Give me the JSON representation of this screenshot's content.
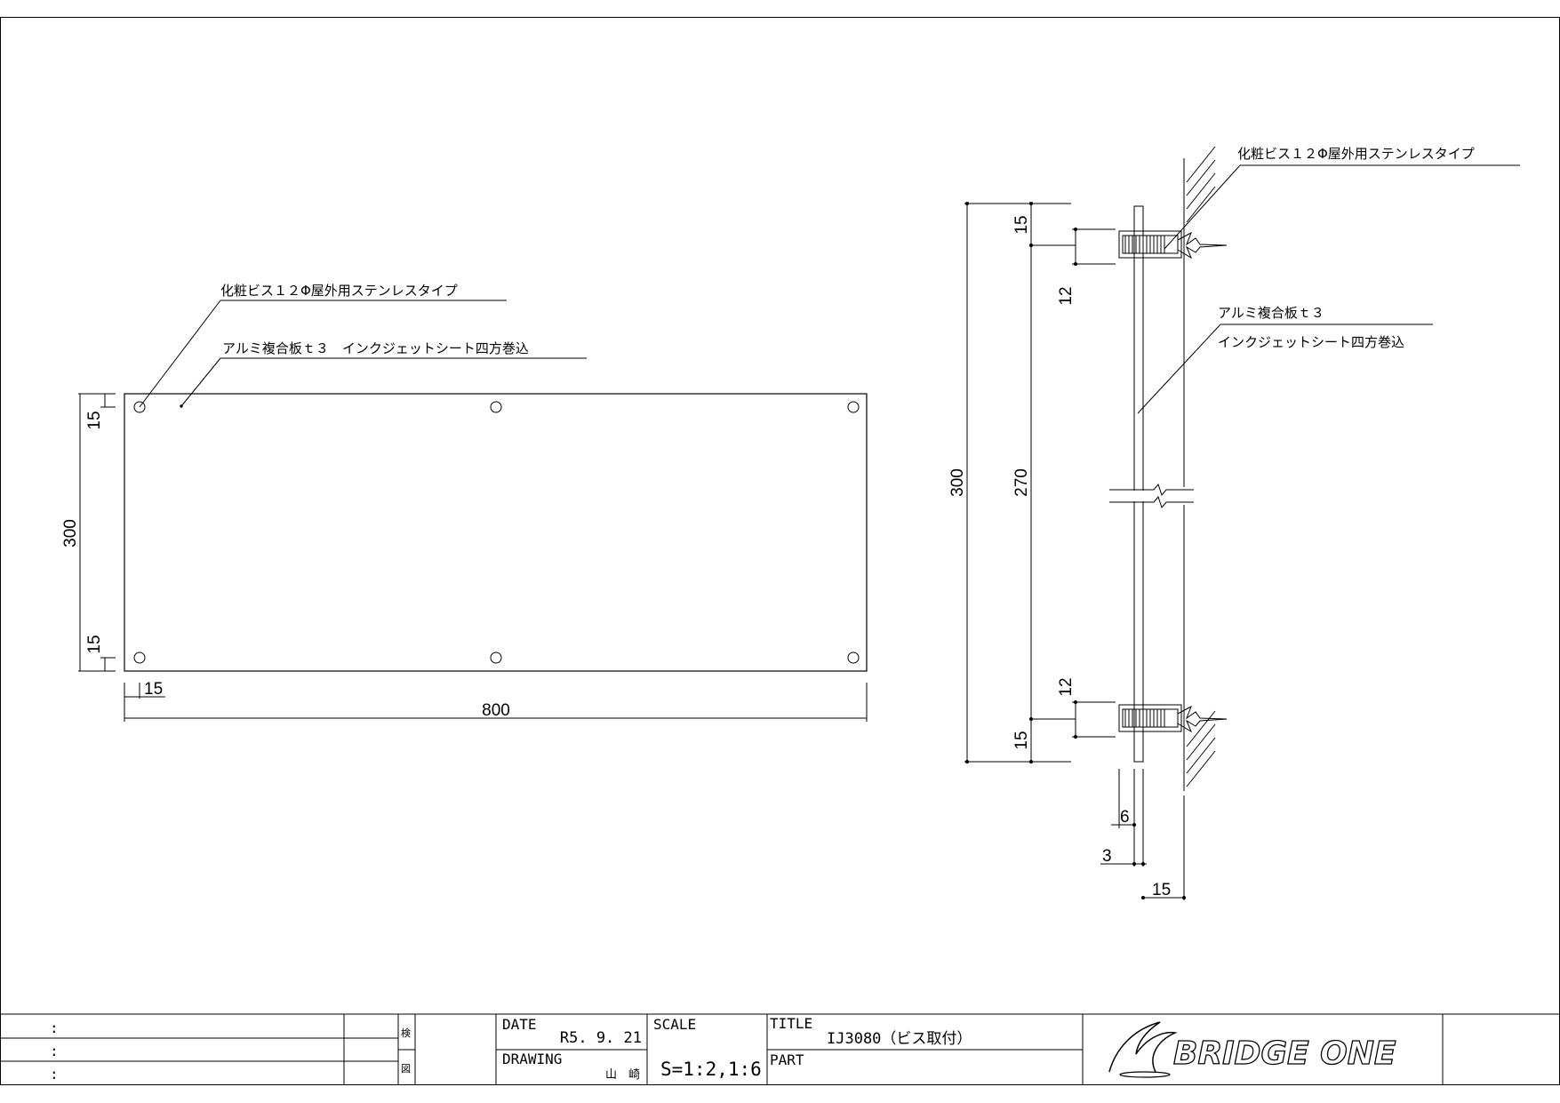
{
  "front_view": {
    "screw_callout": "化粧ビス１２Φ屋外用ステンレスタイプ",
    "panel_callout": "アルミ複合板ｔ３　インクジェットシート四方巻込",
    "dim_height": "300",
    "dim_top_offset": "15",
    "dim_bottom_offset": "15",
    "dim_left_offset": "15",
    "dim_width": "800"
  },
  "side_view": {
    "screw_callout": "化粧ビス１２Φ屋外用ステンレスタイプ",
    "panel_callout_line1": "アルミ複合板ｔ３",
    "panel_callout_line2": "インクジェットシート四方巻込",
    "dim_total_height": "300",
    "dim_between_screws": "270",
    "dim_top_edge": "15",
    "dim_top_spacer": "12",
    "dim_bottom_spacer": "12",
    "dim_bottom_edge": "15",
    "dim_spacer_width": "6",
    "dim_panel_thickness": "3",
    "dim_wall_offset": "15"
  },
  "title_block": {
    "row_colons": [
      ":",
      ":",
      ":"
    ],
    "check_label": "検",
    "drawn_label": "図",
    "date_label": "DATE",
    "date_value": "R5. 9. 21",
    "drawing_label": "DRAWING",
    "drawing_value": "山　崎",
    "scale_label": "SCALE",
    "scale_value": "S=1:2,1:6",
    "title_label": "TITLE",
    "title_value": "IJ3080（ビス取付）",
    "part_label": "PART",
    "brand": "BRIDGE ONE"
  }
}
